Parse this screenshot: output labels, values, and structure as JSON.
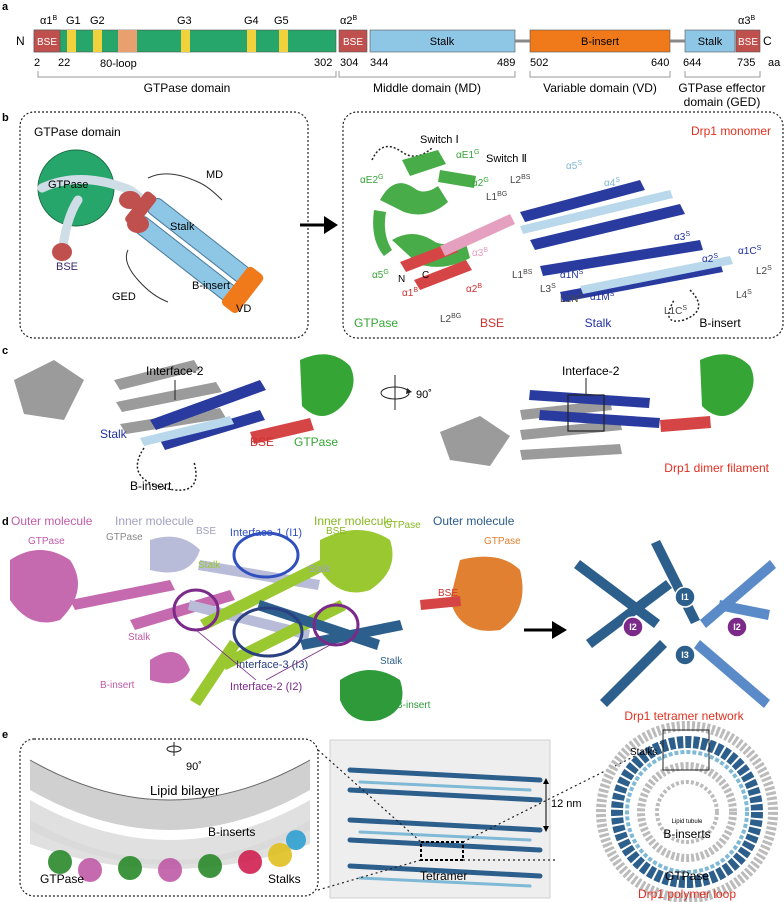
{
  "panels": {
    "a": "a",
    "b": "b",
    "c": "c",
    "d": "d",
    "e": "e"
  },
  "colors": {
    "gtpase": "#27a66b",
    "bse": "#c0504d",
    "stalk": "#8ec6e6",
    "binsert": "#f07a1a",
    "yellow": "#f2d23c",
    "loop80": "#e9a070",
    "red_label": "#e03020",
    "green_label": "#35a535",
    "blue_label": "#2030a0",
    "purple": "#7b2a8a"
  },
  "panel_a": {
    "n_term": "N",
    "c_term": "C",
    "aa": "aa",
    "top_labels": {
      "a1b": "α1",
      "a1b_sup": "B",
      "g1": "G1",
      "g2": "G2",
      "g3": "G3",
      "g4": "G4",
      "g5": "G5",
      "a2b": "α2",
      "a2b_sup": "B",
      "a3b": "α3",
      "a3b_sup": "B"
    },
    "segments": {
      "bse1": "BSE",
      "bse2": "BSE",
      "bse3": "BSE",
      "stalk1": "Stalk",
      "stalk2": "Stalk",
      "binsert": "B-insert",
      "loop80": "80-loop"
    },
    "positions": {
      "p2": "2",
      "p22": "22",
      "p302": "302",
      "p304": "304",
      "p344": "344",
      "p489": "489",
      "p502": "502",
      "p640": "640",
      "p644": "644",
      "p735": "735"
    },
    "domains": {
      "gtpase": "GTPase domain",
      "md": "Middle domain (MD)",
      "vd": "Variable domain (VD)",
      "ged1": "GTPase effector",
      "ged2": "domain (GED)"
    }
  },
  "panel_b": {
    "left": {
      "title": "GTPase domain",
      "gtpase": "GTPase",
      "bse": "BSE",
      "md": "MD",
      "stalk": "Stalk",
      "ged": "GED",
      "binsert": "B-insert",
      "vd": "VD"
    },
    "right": {
      "title": "Drp1 monomer",
      "switch1": "Switch Ⅰ",
      "switch2": "Switch Ⅱ",
      "bottom_gtpase": "GTPase",
      "bottom_bse": "BSE",
      "bottom_stalk": "Stalk",
      "bottom_binsert": "B-insert",
      "labels": {
        "ae1g": "αE1",
        "ae2g": "αE2",
        "a2g": "α2",
        "a5g": "α5",
        "l1bg": "L1",
        "l2bg": "L2",
        "n": "N",
        "c": "C",
        "a1b": "α1",
        "a2b": "α2",
        "a3b": "α3",
        "l1bs": "L1",
        "l2bs": "L2",
        "l3s": "L3",
        "a1ns": "α1N",
        "l1ns": "L1N",
        "a1ms": "α1M",
        "a5s": "α5",
        "a4s": "α4",
        "a3s": "α3",
        "a2s": "α2",
        "a1cs": "α1C",
        "l2s": "L2",
        "l4s": "L4",
        "l1cs": "L1C"
      },
      "sups": {
        "g": "G",
        "bg": "BG",
        "b": "B",
        "bs": "BS",
        "s": "S"
      }
    }
  },
  "panel_c": {
    "interface2_left": "Interface-2",
    "stalk": "Stalk",
    "bse": "BSE",
    "gtpase": "GTPase",
    "binsert": "B-insert",
    "rot": "90˚",
    "interface2_right": "Interface-2",
    "title": "Drp1 dimer filament"
  },
  "panel_d": {
    "outer_left": "Outer molecule",
    "inner_left": "Inner molecule",
    "inner_right": "Inner molecule",
    "outer_right": "Outer molecule",
    "gtpase_a": "GTPase",
    "gtpase_b": "GTPase",
    "gtpase_c": "GTPase",
    "gtpase_d": "GTPase",
    "bse_a": "BSE",
    "bse_b": "BSE",
    "bse_c": "BSE",
    "stalk_a": "Stalk",
    "stalk_b": "Stalk",
    "stalk_c": "Stalk",
    "stalk_d": "Stalk",
    "binsert_a": "B-insert",
    "binsert_b": "B-insert",
    "i1": "Interface-1 (I1)",
    "i3": "Interface-3 (I3)",
    "i2": "Interface-2 (I2)",
    "net_i1": "I1",
    "net_i2a": "I2",
    "net_i2b": "I2",
    "net_i3": "I3",
    "title": "Drp1 tetramer network"
  },
  "panel_e": {
    "rot": "90˚",
    "lipid": "Lipid bilayer",
    "binserts": "B-inserts",
    "gtpase": "GTPase",
    "stalks": "Stalks",
    "scale": "12 nm",
    "tetramer": "Tetramer",
    "ring_stalks": "Stalks",
    "ring_tubule": "Lipid tubule",
    "ring_binserts": "B-inserts",
    "ring_gtpase": "GTPase",
    "title": "Drp1 polymer loop"
  }
}
